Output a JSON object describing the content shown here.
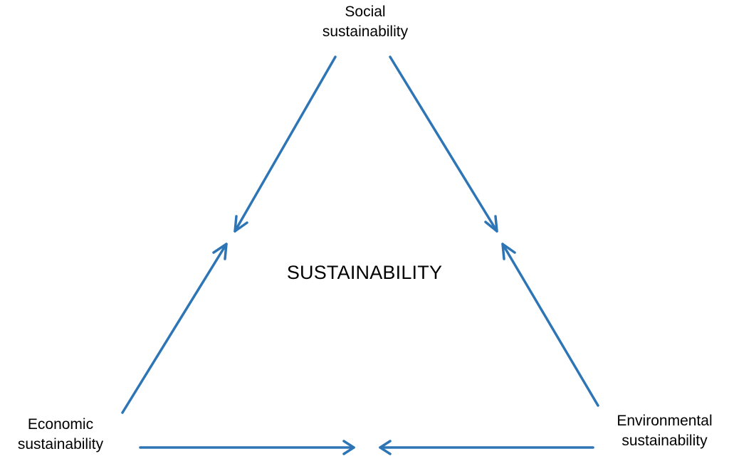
{
  "diagram": {
    "title": "SUSTAINABILITY",
    "nodes": {
      "social": {
        "line1": "Social",
        "line2": "sustainability"
      },
      "economic": {
        "line1": "Economic",
        "line2": "sustainability"
      },
      "environmental": {
        "line1": "Environmental",
        "line2": "sustainability"
      }
    },
    "arrow_color": "#2E75B6",
    "edges": [
      {
        "from": "social",
        "to": "center"
      },
      {
        "from": "social",
        "to": "center"
      },
      {
        "from": "economic",
        "to": "center"
      },
      {
        "from": "environmental",
        "to": "center"
      },
      {
        "from": "economic",
        "to": "center"
      },
      {
        "from": "environmental",
        "to": "center"
      }
    ]
  }
}
